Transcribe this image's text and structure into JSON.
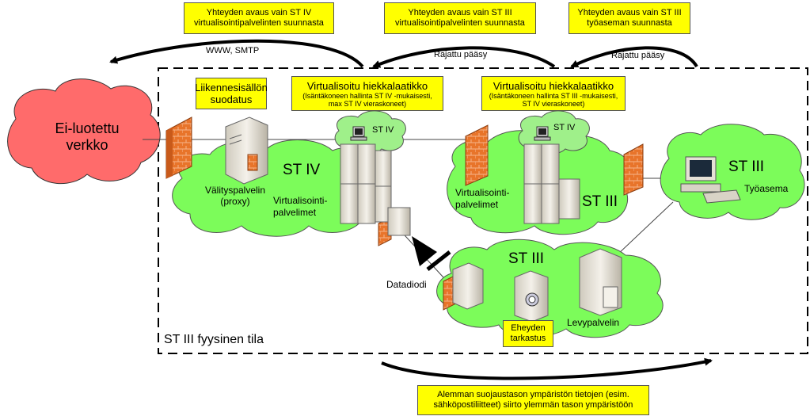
{
  "top_boxes": {
    "st4_server": {
      "line1": "Yhteyden avaus vain ST IV",
      "line2": "virtualisointipalvelinten suunnasta"
    },
    "st3_server": {
      "line1": "Yhteyden avaus vain ST III",
      "line2": "virtualisointipalvelinten suunnasta"
    },
    "st3_workstation": {
      "line1": "Yhteyden avaus vain ST III",
      "line2": "työaseman suunnasta"
    }
  },
  "arrows": {
    "www_smtp": "WWW, SMTP",
    "limited_1": "Rajattu pääsy",
    "limited_2": "Rajattu pääsy"
  },
  "untrusted": {
    "line1": "Ei-luotettu",
    "line2": "verkko"
  },
  "traffic_filter": {
    "line1": "Liikennesisällön",
    "line2": "suodatus"
  },
  "sandbox_left": {
    "title": "Virtualisoitu hiekkalaatikko",
    "sub1": "(Isäntäkoneen hallinta ST IV -mukaisesti,",
    "sub2": "max ST IV vieraskoneet)"
  },
  "sandbox_right": {
    "title": "Virtualisoitu hiekkalaatikko",
    "sub1": "(Isäntäkoneen hallinta ST III -mukaisesti,",
    "sub2": "ST IV vieraskoneet)"
  },
  "cloud_st4": {
    "label": "ST IV",
    "proxy1": "Välityspalvelin",
    "proxy2": "(proxy)",
    "virt1": "Virtualisointi-",
    "virt2": "palvelimet"
  },
  "cloud_st3_mid": {
    "label": "ST III",
    "virt1": "Virtualisointi-",
    "virt2": "palvelimet"
  },
  "mini_cloud_label": "ST IV",
  "mini_cloud_label_2": "ST IV",
  "cloud_st3_ws": {
    "label": "ST III",
    "ws": "Työasema"
  },
  "cloud_st3_bottom": {
    "label": "ST III",
    "file_server": "Levypalvelin"
  },
  "datadiode": "Datadiodi",
  "integrity": {
    "line1": "Eheyden",
    "line2": "tarkastus"
  },
  "physical_space": "ST III fyysinen tila",
  "bottom_box": {
    "line1": "Alemman suojaustason ympäristön tietojen (esim.",
    "line2": "sähköpostiliitteet) siirto ylemmän tason ympäristöön"
  },
  "colors": {
    "cloud_green": "#7cfc5a",
    "cloud_red": "#ff6b6b",
    "box_yellow": "#ffff00",
    "firewall": "#e8742a"
  }
}
